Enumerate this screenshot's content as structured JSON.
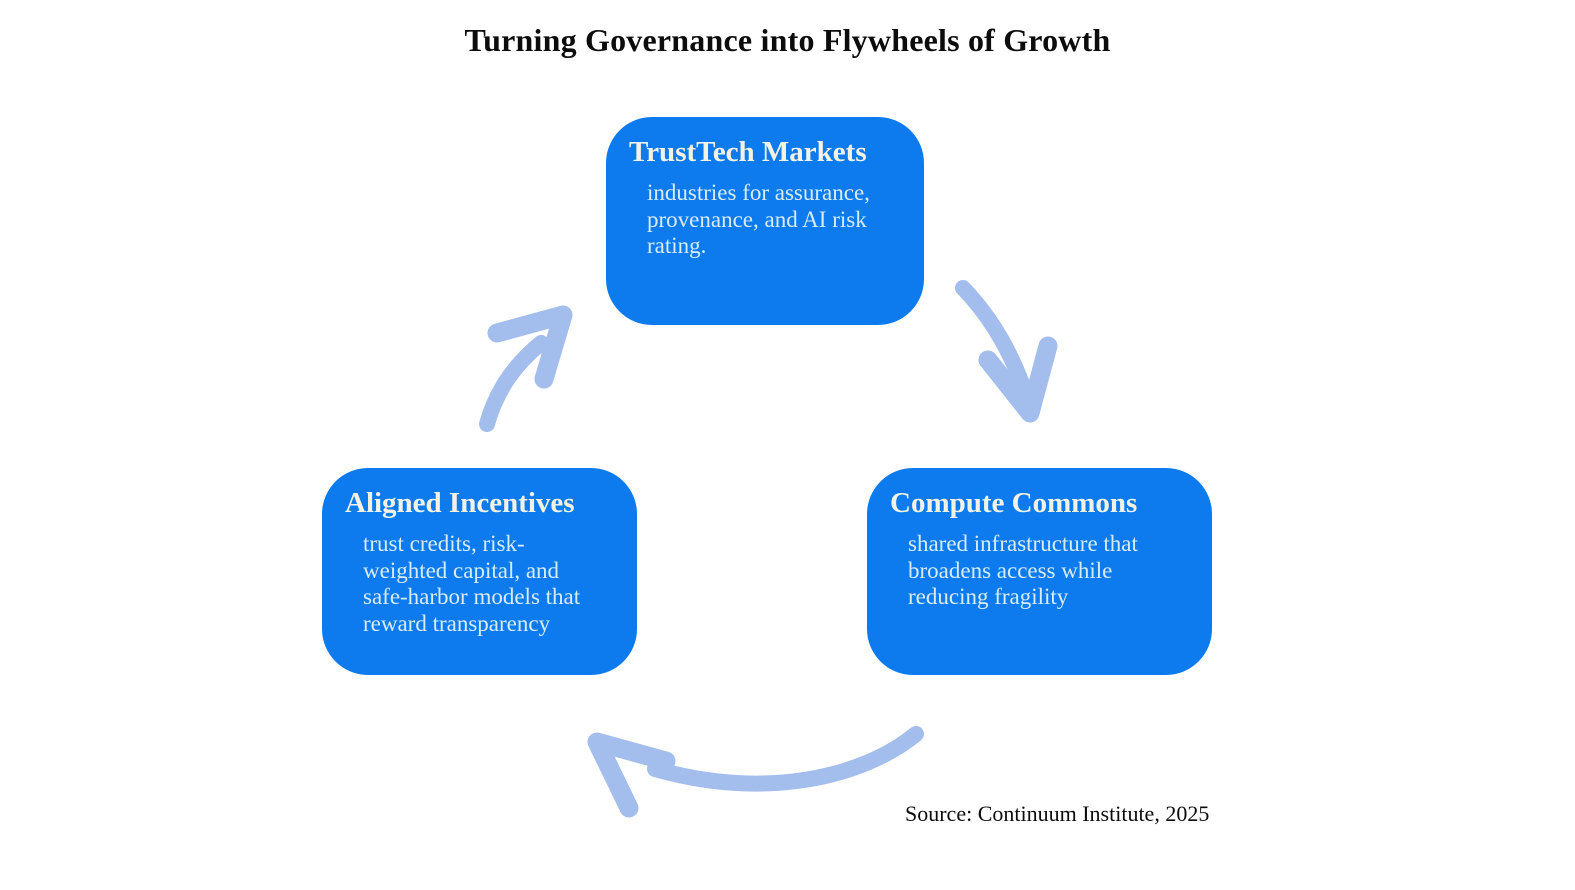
{
  "title": "Turning Governance into Flywheels of Growth",
  "source_note": "Source: Continuum Institute, 2025",
  "colors": {
    "background": "#ffffff",
    "node_fill": "#0d7bee",
    "node_title": "#f3f2e4",
    "node_body": "#d8ecf5",
    "arrow": "#a3bdec",
    "text": "#0c0c0c"
  },
  "nodes": [
    {
      "id": "trusttech-markets",
      "title": "TrustTech Markets",
      "description": "industries for assurance,\nprovenance, and AI risk\nrating."
    },
    {
      "id": "compute-commons",
      "title": "Compute Commons",
      "description": "shared infrastructure that\nbroadens access while\nreducing fragility"
    },
    {
      "id": "aligned-incentives",
      "title": "Aligned Incentives",
      "description": "trust credits, risk-\nweighted capital, and\nsafe-harbor models that\nreward transparency"
    }
  ],
  "arrows": [
    {
      "from": "trusttech-markets",
      "to": "compute-commons"
    },
    {
      "from": "compute-commons",
      "to": "aligned-incentives"
    },
    {
      "from": "aligned-incentives",
      "to": "trusttech-markets"
    }
  ]
}
